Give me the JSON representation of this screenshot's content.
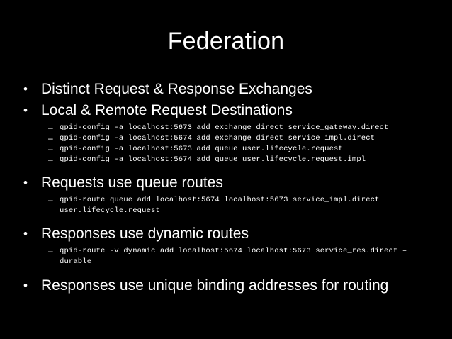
{
  "slide": {
    "title": "Federation",
    "background_color": "#000000",
    "text_color": "#ffffff",
    "bullet_marker": "•",
    "sub_bullet_marker": "–",
    "items": [
      {
        "label": "Distinct Request & Response Exchanges",
        "sub_items": []
      },
      {
        "label": "Local & Remote Request Destinations",
        "sub_items": [
          {
            "code": "qpid-config -a localhost:5673 add exchange direct service_gateway.direct",
            "continuation": ""
          },
          {
            "code": "qpid-config -a localhost:5674 add exchange direct service_impl.direct",
            "continuation": ""
          },
          {
            "code": "qpid-config -a localhost:5673 add queue user.lifecycle.request",
            "continuation": ""
          },
          {
            "code": "qpid-config -a localhost:5674 add queue user.lifecycle.request.impl",
            "continuation": ""
          }
        ]
      },
      {
        "label": "Requests use queue routes",
        "sub_items": [
          {
            "code": "qpid-route queue add localhost:5674 localhost:5673 service_impl.direct",
            "continuation": "user.lifecycle.request"
          }
        ]
      },
      {
        "label": "Responses use dynamic routes",
        "sub_items": [
          {
            "code": "qpid-route -v dynamic add localhost:5674 localhost:5673 service_res.direct –",
            "continuation": "durable"
          }
        ]
      },
      {
        "label": "Responses use unique binding addresses for routing",
        "sub_items": []
      }
    ]
  }
}
